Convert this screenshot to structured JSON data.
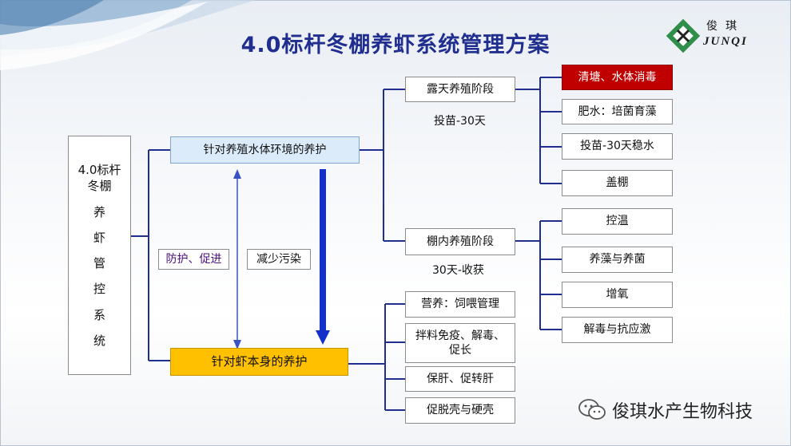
{
  "title": "4.0标杆冬棚养虾系统管理方案",
  "logo": {
    "cn": "俊琪",
    "en": "JUNQI"
  },
  "root": {
    "line1": "4.0标杆",
    "line2": "冬棚",
    "chars": [
      "养",
      "虾",
      "管",
      "控",
      "系",
      "统"
    ]
  },
  "branch_env": "针对养殖水体环境的养护",
  "branch_shrimp": "针对虾本身的养护",
  "relation_left": "防护、促进",
  "relation_right": "减少污染",
  "outdoor": {
    "label": "露天养殖阶段",
    "period": "投苗-30天"
  },
  "indoor": {
    "label": "棚内养殖阶段",
    "period": "30天-收获"
  },
  "outdoor_items": [
    "清塘、水体消毒",
    "肥水：培菌育藻",
    "投苗-30天稳水",
    "盖棚"
  ],
  "indoor_items": [
    "控温",
    "养藻与养菌",
    "增氧",
    "解毒与抗应激"
  ],
  "shrimp_items": {
    "nutrition": "营养：饲喂管理",
    "immune_line1": "拌料免疫、解毒、",
    "immune_line2": "促长",
    "liver": "保肝、促转肝",
    "molt": "促脱壳与硬壳"
  },
  "watermark": "俊琪水产生物科技",
  "colors": {
    "title": "#1f2e8f",
    "connector": "#1f2e8f",
    "env_box": "#dcebfa",
    "shrimp_box": "#ffc000",
    "highlight": "#c00000"
  },
  "icons": {
    "logo": "junqi-logo-icon",
    "watermark": "wechat-icon"
  }
}
